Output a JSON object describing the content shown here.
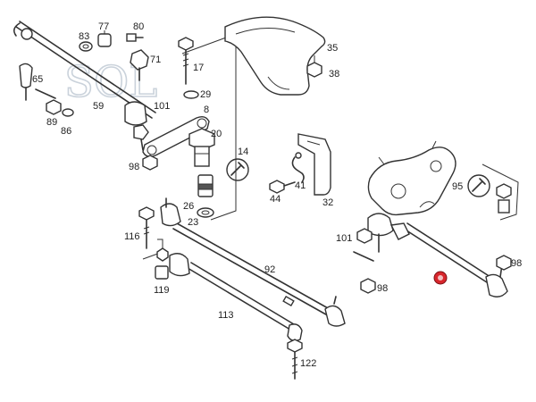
{
  "watermark": "SOL",
  "callouts": [
    "77",
    "80",
    "83",
    "35",
    "71",
    "17",
    "38",
    "65",
    "29",
    "59",
    "101",
    "8",
    "89",
    "86",
    "20",
    "98",
    "14",
    "41",
    "44",
    "32",
    "95",
    "26",
    "23",
    "116",
    "92",
    "101",
    "98",
    "119",
    "113",
    "122",
    "98"
  ],
  "highlight_color": "#d8262c"
}
